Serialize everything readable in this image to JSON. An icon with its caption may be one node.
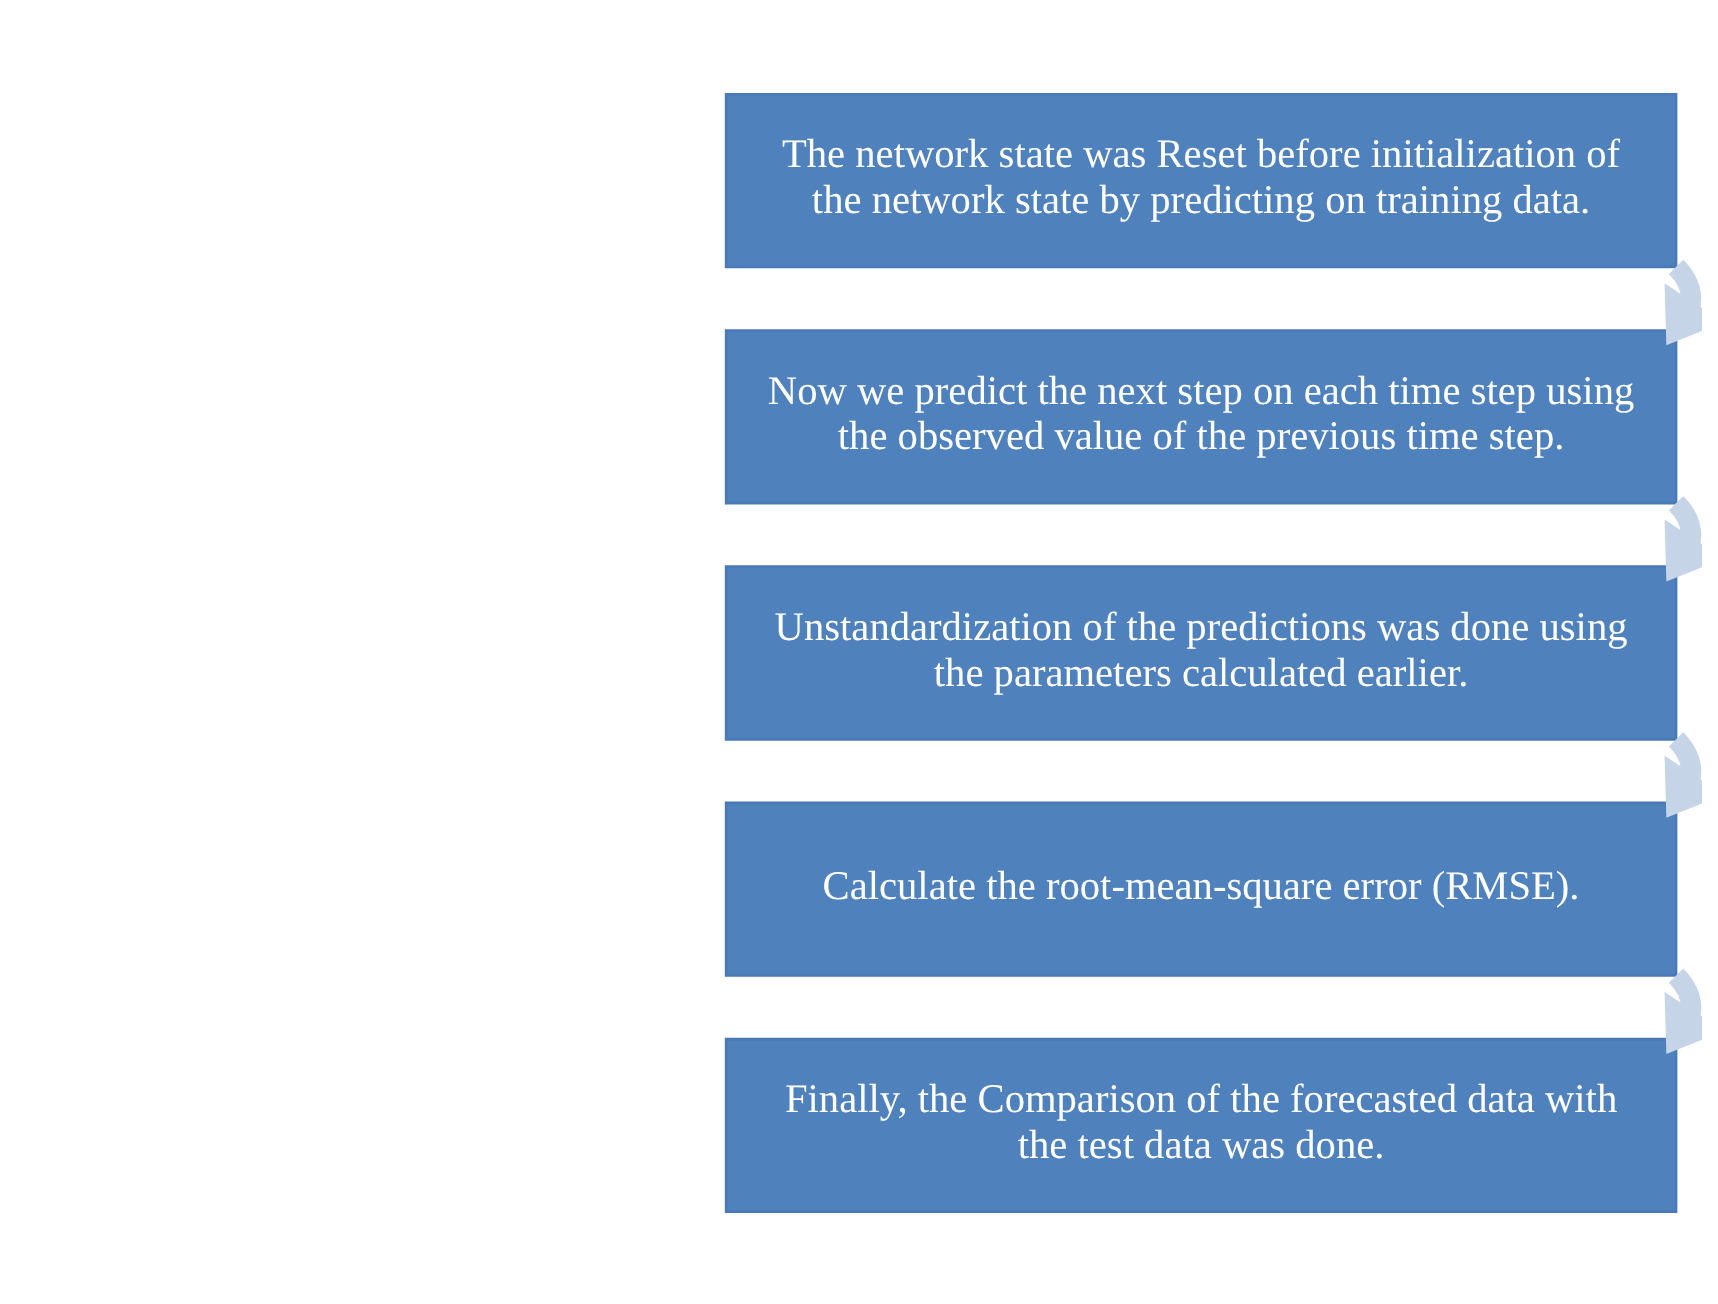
{
  "diagram": {
    "nodes": [
      {
        "text": [
          "The network state was Reset before initialization of the network state by predicting on training data."
        ]
      },
      {
        "text": [
          "Now we predict the next step on each time step using the observed value of the previous time step."
        ]
      },
      {
        "text": [
          "Unstandardization of the predictions was done using the parameters calculated earlier."
        ]
      },
      {
        "text": [
          "Calculate the root-mean-square error (RMSE)."
        ]
      },
      {
        "text": [
          "Finally, the Comparison of the forecasted data with the test data was done."
        ]
      }
    ],
    "edges": [
      {
        "from": 0,
        "to": 1,
        "arrow": "to"
      },
      {
        "from": 1,
        "to": 2,
        "arrow": "to"
      },
      {
        "from": 2,
        "to": 3,
        "arrow": "to"
      },
      {
        "from": 3,
        "to": 4,
        "arrow": "to"
      }
    ]
  }
}
